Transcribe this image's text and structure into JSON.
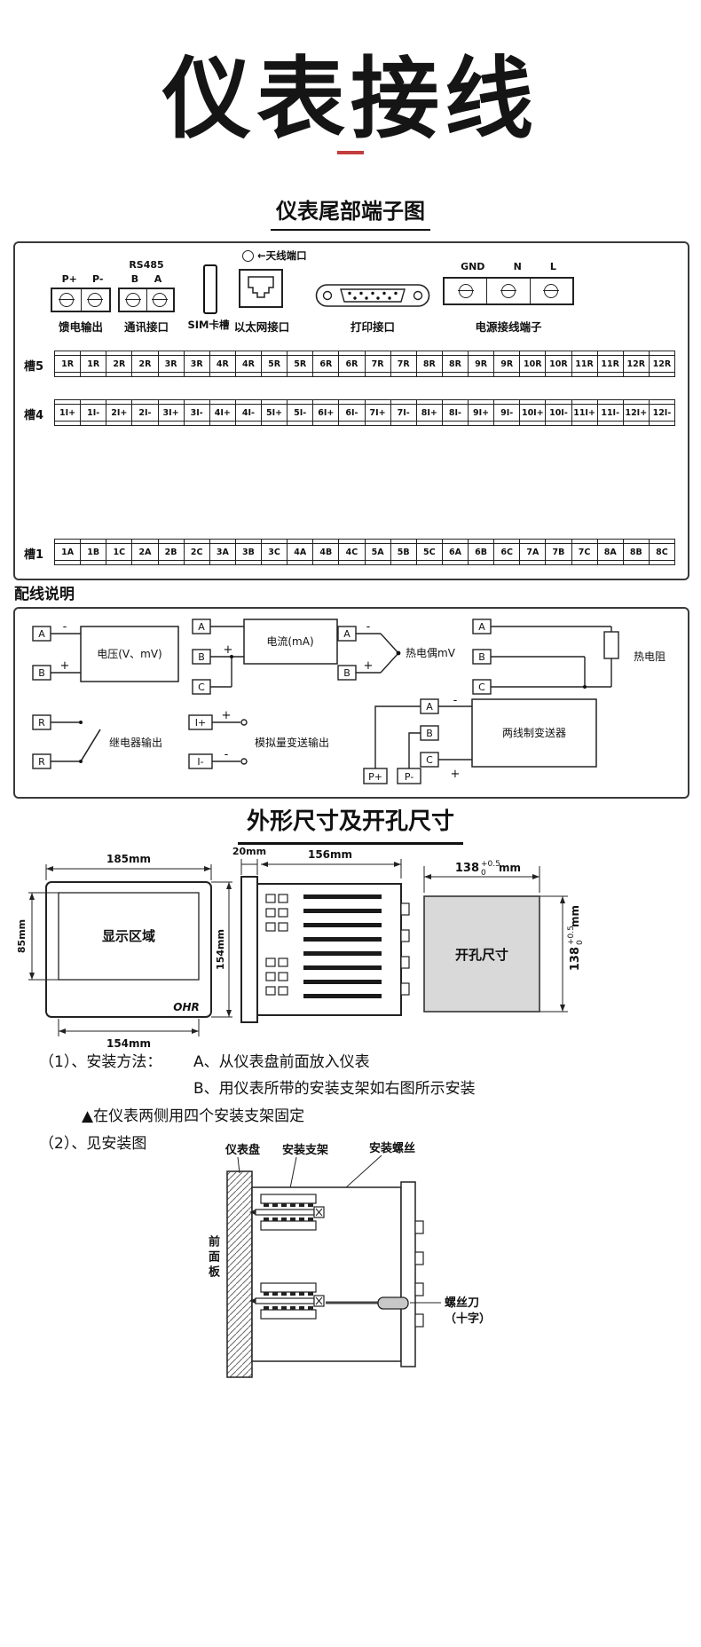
{
  "page": {
    "title": "仪表接线",
    "section_terminal_title": "仪表尾部端子图",
    "wiring_title": "配线说明",
    "section_dimension_title": "外形尺寸及开孔尺寸"
  },
  "connectors": {
    "feed": {
      "label": "馈电输出",
      "pins": [
        "P+",
        "P-"
      ]
    },
    "comm": {
      "label": "通讯接口",
      "protocol": "RS485",
      "pins": [
        "B",
        "A"
      ]
    },
    "sim": {
      "label": "SIM卡槽"
    },
    "ethernet": {
      "label": "以太网接口",
      "antenna": "←天线端口"
    },
    "printer": {
      "label": "打印接口"
    },
    "power": {
      "label": "电源接线端子",
      "pins": [
        "GND",
        "N",
        "L"
      ]
    }
  },
  "slots": [
    {
      "name": "槽5",
      "cells": [
        "1R",
        "1R",
        "2R",
        "2R",
        "3R",
        "3R",
        "4R",
        "4R",
        "5R",
        "5R",
        "6R",
        "6R",
        "7R",
        "7R",
        "8R",
        "8R",
        "9R",
        "9R",
        "10R",
        "10R",
        "11R",
        "11R",
        "12R",
        "12R"
      ]
    },
    {
      "name": "槽4",
      "cells": [
        "1I+",
        "1I-",
        "2I+",
        "2I-",
        "3I+",
        "3I-",
        "4I+",
        "4I-",
        "5I+",
        "5I-",
        "6I+",
        "6I-",
        "7I+",
        "7I-",
        "8I+",
        "8I-",
        "9I+",
        "9I-",
        "10I+",
        "10I-",
        "11I+",
        "11I-",
        "12I+",
        "12I-"
      ]
    },
    {
      "name": "槽1",
      "cells": [
        "1A",
        "1B",
        "1C",
        "2A",
        "2B",
        "2C",
        "3A",
        "3B",
        "3C",
        "4A",
        "4B",
        "4C",
        "5A",
        "5B",
        "5C",
        "6A",
        "6B",
        "6C",
        "7A",
        "7B",
        "7C",
        "8A",
        "8B",
        "8C"
      ]
    }
  ],
  "wiring": {
    "voltage": {
      "a": "A",
      "b": "B",
      "minus": "-",
      "plus": "+",
      "label": "电压(V、mV)"
    },
    "current": {
      "a": "A",
      "b": "B",
      "c": "C",
      "plus": "+",
      "label": "电流(mA)"
    },
    "thermocouple": {
      "a": "A",
      "b": "B",
      "minus": "-",
      "plus": "+",
      "label": "热电偶mV"
    },
    "rtd": {
      "a": "A",
      "b": "B",
      "c": "C",
      "label": "热电阻"
    },
    "relay": {
      "r1": "R",
      "r2": "R",
      "label": "继电器输出"
    },
    "analog": {
      "ip": "I+",
      "im": "I-",
      "plus": "+",
      "minus": "-",
      "label": "模拟量变送输出"
    },
    "twowire": {
      "a": "A",
      "b": "B",
      "c": "C",
      "pp": "P+",
      "pm": "P-",
      "minus": "-",
      "plus": "+",
      "label": "两线制变送器"
    }
  },
  "dims": {
    "front": {
      "top": "185mm",
      "left": "85mm",
      "bottom": "154mm",
      "height": "154mm",
      "display": "显示区域",
      "logo": "OHR"
    },
    "side": {
      "flange": "20mm",
      "depth": "156mm"
    },
    "cutout": {
      "label": "开孔尺寸",
      "num": "138",
      "tol_top": "+0.5",
      "tol_bot": "0",
      "unit": "mm"
    }
  },
  "install": {
    "step1": "（1）、安装方法：",
    "step1a": "A、从仪表盘前面放入仪表",
    "step1b": "B、用仪表所带的安装支架如右图所示安装",
    "note": "▲在仪表两侧用四个安装支架固定",
    "step2": "（2）、见安装图",
    "labels": {
      "panel": "仪表盘",
      "bracket": "安装支架",
      "screw": "安装螺丝",
      "front_panel": "前面板",
      "screwdriver_1": "螺丝刀",
      "screwdriver_2": "（十字）"
    }
  }
}
